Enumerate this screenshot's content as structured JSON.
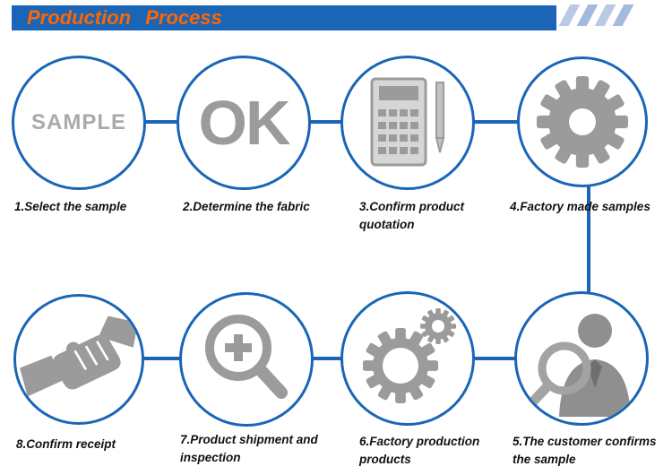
{
  "header": {
    "title": "Production Process"
  },
  "colors": {
    "blue": "#1a65b6",
    "orange": "#ff6600",
    "icon_gray": "#9b9b9b"
  },
  "steps": [
    {
      "num": "1",
      "label": "1.Select the sample",
      "icon": "sample-swatch",
      "icon_text": "SAMPLE"
    },
    {
      "num": "2",
      "label": "2.Determine the fabric",
      "icon": "ok-mark",
      "icon_text": "OK"
    },
    {
      "num": "3",
      "label": "3.Confirm product quotation",
      "icon": "calculator"
    },
    {
      "num": "4",
      "label": "4.Factory made samples",
      "icon": "gear"
    },
    {
      "num": "5",
      "label": "5.The customer confirms the sample",
      "icon": "customer-with-magnifier"
    },
    {
      "num": "6",
      "label": "6.Factory production products",
      "icon": "gears"
    },
    {
      "num": "7",
      "label": "7.Product shipment and inspection",
      "icon": "magnifier-plus"
    },
    {
      "num": "8",
      "label": "8.Confirm receipt",
      "icon": "handshake"
    }
  ]
}
